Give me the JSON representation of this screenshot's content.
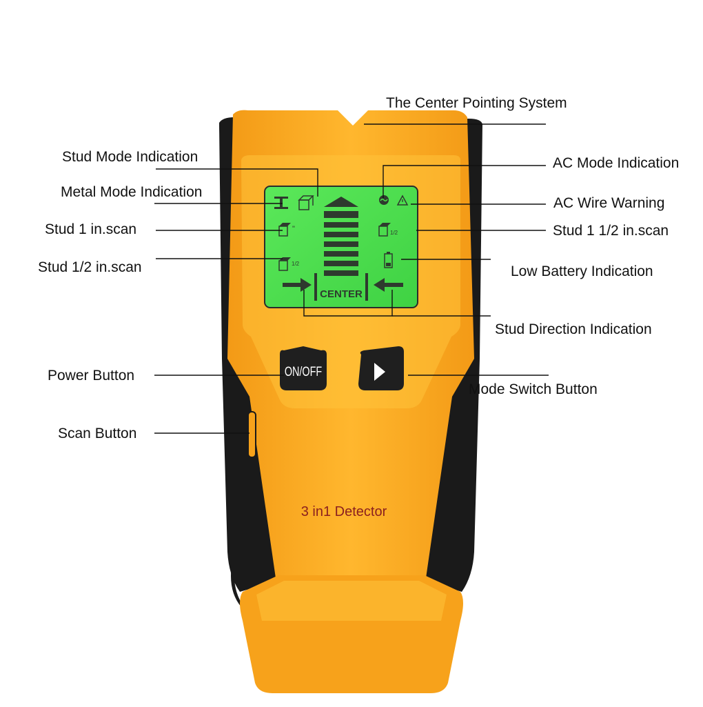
{
  "colors": {
    "body": "#F7A21B",
    "body_light": "#FFC23A",
    "grip": "#1A1A1A",
    "lcd": "#4CE04A",
    "lcd_dark": "#2E3A2E",
    "label_text": "#111111",
    "device_text": "#8A1F1F"
  },
  "device": {
    "product_name": "3 in1 Detector",
    "center_label": "CENTER",
    "power_button_label": "ON/OFF",
    "half_fraction": "1/2",
    "inch_mark": "\""
  },
  "callouts": {
    "center_pointing": "The Center Pointing System",
    "stud_mode": "Stud Mode Indication",
    "metal_mode": "Metal Mode Indication",
    "stud_1": "Stud 1 in.scan",
    "stud_half": "Stud 1/2 in.scan",
    "ac_mode": "AC Mode Indication",
    "ac_wire": "AC Wire Warning",
    "stud_1_half": "Stud 1 1/2 in.scan",
    "low_battery": "Low Battery Indication",
    "stud_direction": "Stud Direction Indication",
    "power_button": "Power Button",
    "mode_switch": "Mode Switch Button",
    "scan_button": "Scan Button"
  },
  "icons": [
    "metal-mode-icon",
    "stud-mode-icon",
    "ac-mode-icon",
    "ac-warning-icon",
    "stud-icon",
    "battery-icon",
    "arrow-right-icon",
    "arrow-left-icon",
    "play-icon"
  ]
}
